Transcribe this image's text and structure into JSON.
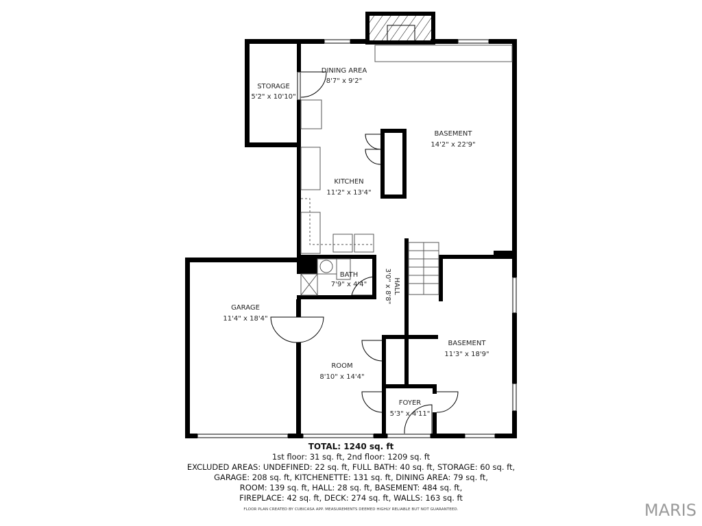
{
  "floor_plan": {
    "rooms": [
      {
        "id": "storage",
        "name": "STORAGE",
        "dims": "5'2\" x 10'10\""
      },
      {
        "id": "dining",
        "name": "DINING AREA",
        "dims": "8'7\" x 9'2\""
      },
      {
        "id": "basement_main",
        "name": "BASEMENT",
        "dims": "14'2\" x 22'9\""
      },
      {
        "id": "kitchen",
        "name": "KITCHEN",
        "dims": "11'2\" x 13'4\""
      },
      {
        "id": "bath",
        "name": "BATH",
        "dims": "7'9\" x 4'4\""
      },
      {
        "id": "hall",
        "name": "HALL",
        "dims": "3'0\" x 8'8\""
      },
      {
        "id": "garage",
        "name": "GARAGE",
        "dims": "11'4\" x 18'4\""
      },
      {
        "id": "basement_second",
        "name": "BASEMENT",
        "dims": "11'3\" x 18'9\""
      },
      {
        "id": "room",
        "name": "ROOM",
        "dims": "8'10\" x 14'4\""
      },
      {
        "id": "foyer",
        "name": "FOYER",
        "dims": "5'3\" x 4'11\""
      }
    ],
    "wall_color": "#000000",
    "fixture_color": "#555555"
  },
  "summary": {
    "total": "TOTAL: 1240 sq. ft",
    "floors": "1st floor: 31 sq. ft, 2nd floor: 1209 sq. ft",
    "excluded_1": "EXCLUDED AREAS: UNDEFINED: 22 sq. ft, FULL BATH: 40 sq. ft, STORAGE: 60 sq. ft,",
    "excluded_2": "GARAGE: 208 sq. ft, KITCHENETTE: 131 sq. ft, DINING AREA: 79 sq. ft,",
    "excluded_3": "ROOM: 139 sq. ft, HALL: 28 sq. ft, BASEMENT: 484 sq. ft,",
    "excluded_4": "FIREPLACE: 42 sq. ft, DECK: 274 sq. ft, WALLS: 163 sq. ft",
    "credit": "FLOOR PLAN CREATED BY CUBICASA APP. MEASUREMENTS DEEMED HIGHLY RELIABLE BUT NOT GUARANTEED."
  },
  "watermark": "MARIS"
}
